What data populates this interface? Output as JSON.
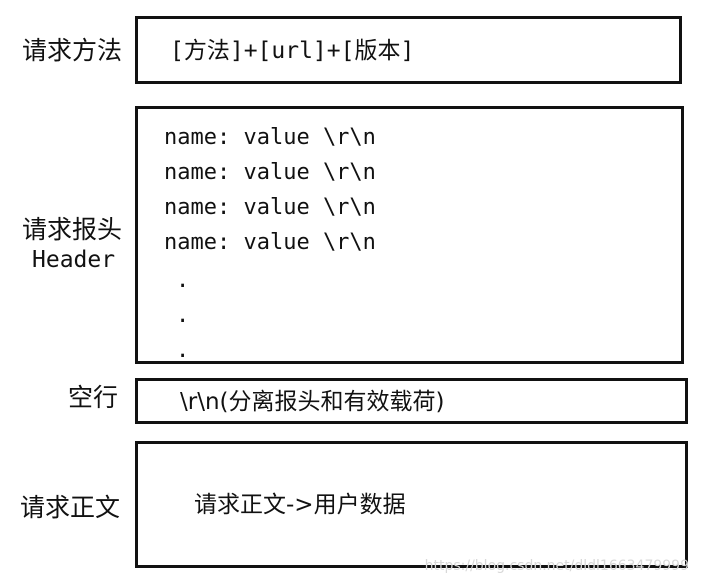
{
  "rows": {
    "request_line": {
      "label": "请求方法",
      "content": "[方法]+[url]+[版本]"
    },
    "header": {
      "label_line1": "请求报头",
      "label_line2": "Header",
      "lines": [
        "name: value \\r\\n",
        "name: value \\r\\n",
        "name: value \\r\\n",
        "name: value \\r\\n"
      ],
      "ellipsis": [
        ".",
        ".",
        "."
      ]
    },
    "blank_line": {
      "label": "空行",
      "content": "\\r\\n(分离报头和有效载荷)"
    },
    "body": {
      "label": "请求正文",
      "content": "请求正文->用户数据"
    }
  },
  "watermark": "https://blog.csdn.net/dldl1663479999"
}
